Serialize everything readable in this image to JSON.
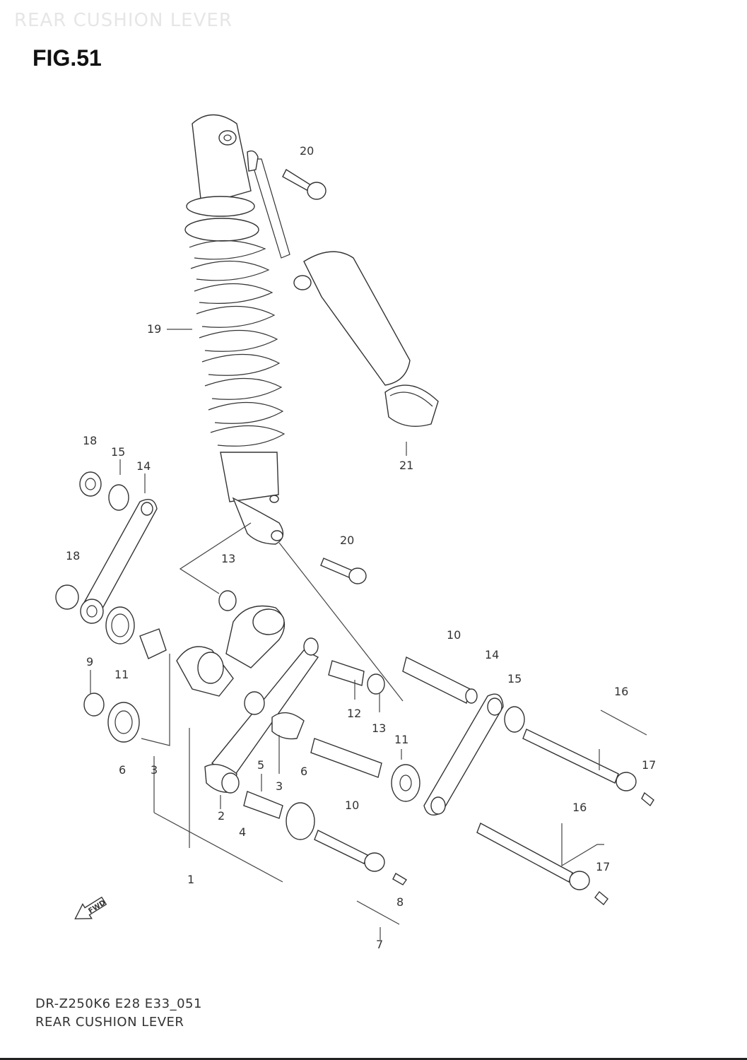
{
  "header": {
    "faint_title": "REAR CUSHION LEVER",
    "figure": "FIG.51"
  },
  "footer": {
    "code": "DR-Z250K6 E28 E33_051",
    "title": "REAR CUSHION LEVER"
  },
  "fwd_label": "FWD",
  "callouts": [
    {
      "id": "1",
      "text": "1"
    },
    {
      "id": "2",
      "text": "2"
    },
    {
      "id": "3a",
      "text": "3"
    },
    {
      "id": "3b",
      "text": "3"
    },
    {
      "id": "4",
      "text": "4"
    },
    {
      "id": "5",
      "text": "5"
    },
    {
      "id": "6a",
      "text": "6"
    },
    {
      "id": "6b",
      "text": "6"
    },
    {
      "id": "7",
      "text": "7"
    },
    {
      "id": "8",
      "text": "8"
    },
    {
      "id": "9",
      "text": "9"
    },
    {
      "id": "10a",
      "text": "10"
    },
    {
      "id": "10b",
      "text": "10"
    },
    {
      "id": "11a",
      "text": "11"
    },
    {
      "id": "11b",
      "text": "11"
    },
    {
      "id": "12",
      "text": "12"
    },
    {
      "id": "13a",
      "text": "13"
    },
    {
      "id": "13b",
      "text": "13"
    },
    {
      "id": "14a",
      "text": "14"
    },
    {
      "id": "14b",
      "text": "14"
    },
    {
      "id": "15a",
      "text": "15"
    },
    {
      "id": "15b",
      "text": "15"
    },
    {
      "id": "16a",
      "text": "16"
    },
    {
      "id": "16b",
      "text": "16"
    },
    {
      "id": "17a",
      "text": "17"
    },
    {
      "id": "17b",
      "text": "17"
    },
    {
      "id": "18a",
      "text": "18"
    },
    {
      "id": "18b",
      "text": "18"
    },
    {
      "id": "19",
      "text": "19"
    },
    {
      "id": "20a",
      "text": "20"
    },
    {
      "id": "20b",
      "text": "20"
    },
    {
      "id": "21",
      "text": "21"
    }
  ]
}
